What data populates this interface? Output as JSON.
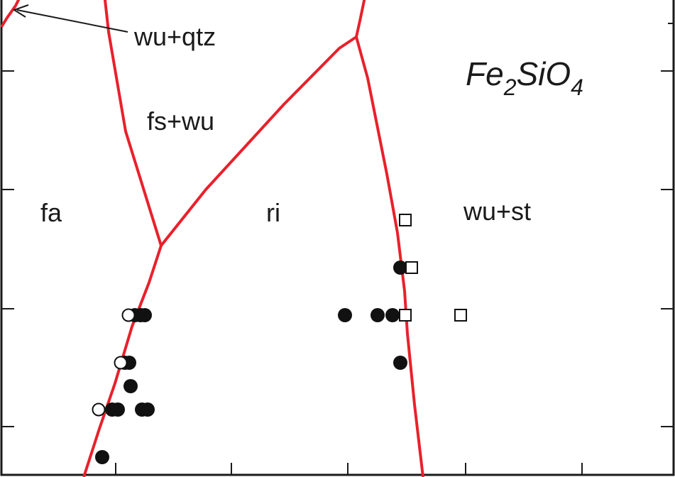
{
  "chart_data": {
    "type": "scatter",
    "title": "Fe2SiO4",
    "title_parts": {
      "base": "Fe",
      "sub1": "2",
      "mid": "SiO",
      "sub2": "4"
    },
    "xlabel": "",
    "ylabel": "",
    "tick_labels": {
      "x": [],
      "y": []
    },
    "field_labels": {
      "fa": "fa",
      "fs_wu": "fs+wu",
      "ri": "ri",
      "wu_st": "wu+st",
      "wu_qtz": "wu+qtz"
    },
    "boundary_color": "#e8212b",
    "marker_color": "#111111",
    "series": [
      {
        "marker": "filled-circle",
        "points": [
          [
            190,
            444
          ],
          [
            198,
            444
          ],
          [
            204,
            444
          ],
          [
            176,
            511
          ],
          [
            182,
            511
          ],
          [
            184,
            544
          ],
          [
            158,
            577
          ],
          [
            166,
            577
          ],
          [
            200,
            577
          ],
          [
            208,
            577
          ],
          [
            144,
            644
          ],
          [
            486,
            444
          ],
          [
            532,
            444
          ],
          [
            553,
            444
          ],
          [
            564,
            377
          ],
          [
            564,
            511
          ]
        ]
      },
      {
        "marker": "open-circle",
        "points": [
          [
            181,
            444
          ],
          [
            170,
            511
          ],
          [
            139,
            577
          ]
        ]
      },
      {
        "marker": "open-square",
        "points": [
          [
            571,
            310
          ],
          [
            580,
            377
          ],
          [
            571,
            444
          ],
          [
            649,
            444
          ]
        ]
      }
    ]
  }
}
